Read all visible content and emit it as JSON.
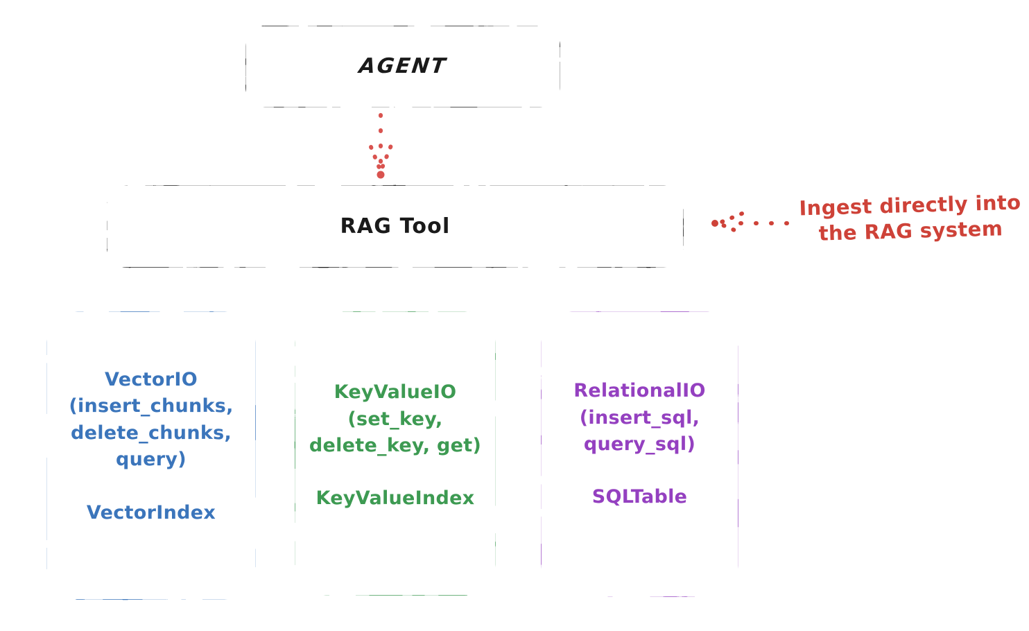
{
  "diagram": {
    "title": "RAG Tool architecture",
    "background": "#ffffff",
    "nodes": {
      "agent": {
        "label": "AGENT",
        "stroke_color": "#1a1a1a",
        "text_color": "#1a1a1a"
      },
      "rag_tool": {
        "label": "RAG Tool",
        "stroke_color": "#1a1a1a",
        "text_color": "#1a1a1a"
      },
      "vector_io": {
        "label": "VectorIO\n(insert_chunks,\ndelete_chunks,\nquery)\n\nVectorIndex",
        "stroke_color": "#3b75bb",
        "text_color": "#3b75bb"
      },
      "key_value_io": {
        "label": "KeyValueIO\n(set_key,\ndelete_key, get)\n\nKeyValueIndex",
        "stroke_color": "#3d9a52",
        "text_color": "#3d9a52"
      },
      "relational_io": {
        "label": "RelationalIO\n(insert_sql,\nquery_sql)\n\nSQLTable",
        "stroke_color": "#9440c0",
        "text_color": "#9440c0"
      }
    },
    "annotations": {
      "ingest": {
        "text": "Ingest directly into\nthe RAG system",
        "color": "#ce4238"
      }
    },
    "connectors": {
      "agent_to_rag": {
        "style": "dotted",
        "color": "#d9534f",
        "direction": "down"
      },
      "ingest_to_rag": {
        "style": "dotted",
        "color": "#ce4238",
        "direction": "left"
      }
    }
  }
}
